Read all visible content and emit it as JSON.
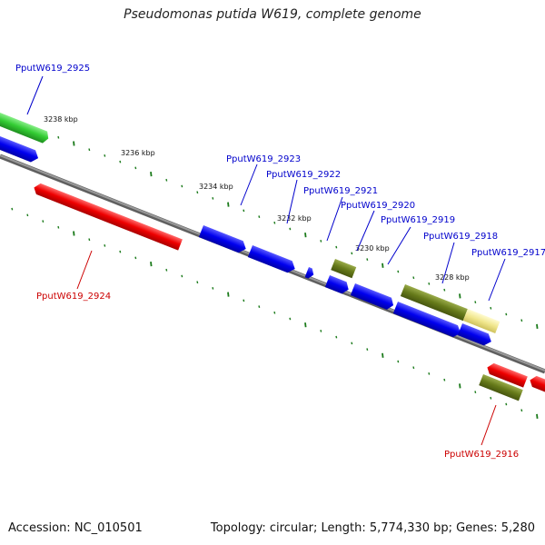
{
  "title": "Pseudomonas putida W619, complete genome",
  "footer": {
    "accession": "Accession: NC_010501",
    "summary": "Topology: circular; Length: 5,774,330 bp; Genes: 5,280"
  },
  "colors": {
    "forward_cds": "#0000ee",
    "reverse_cds": "#ee0000",
    "rna": "#33cc33",
    "pseudo": "#667a1a",
    "pseudo_light": "#f0e68c",
    "backbone": "#808080",
    "tick": "#1a7a1a"
  },
  "scale": {
    "unit": "kbp",
    "labels": [
      "3238 kbp",
      "3236 kbp",
      "3234 kbp",
      "3232 kbp",
      "3230 kbp",
      "3228 kbp"
    ]
  },
  "genes": {
    "upper": [
      {
        "id": "PputW619_2925",
        "strand": "forward",
        "type": "rna"
      },
      {
        "id": "PputW619_2923",
        "strand": "forward",
        "type": "cds"
      },
      {
        "id": "PputW619_2922",
        "strand": "forward",
        "type": "cds"
      },
      {
        "id": "PputW619_2921",
        "strand": "forward",
        "type": "pseudo"
      },
      {
        "id": "PputW619_2920",
        "strand": "forward",
        "type": "cds"
      },
      {
        "id": "PputW619_2919",
        "strand": "forward",
        "type": "cds"
      },
      {
        "id": "PputW619_2918",
        "strand": "forward",
        "type": "pseudo"
      },
      {
        "id": "PputW619_2917",
        "strand": "forward",
        "type": "pseudo_light"
      }
    ],
    "lower": [
      {
        "id": "PputW619_2924",
        "strand": "reverse",
        "type": "cds"
      },
      {
        "id": "PputW619_2916",
        "strand": "reverse",
        "type": "pseudo"
      }
    ]
  }
}
